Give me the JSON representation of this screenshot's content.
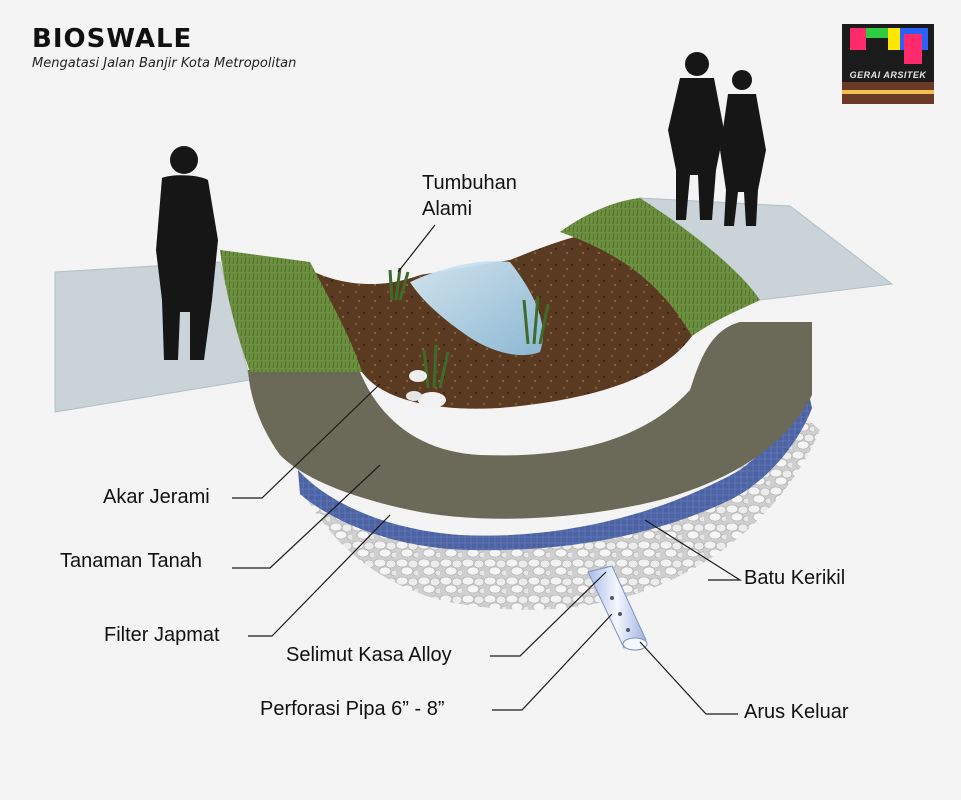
{
  "header": {
    "title": "BIOSWALE",
    "subtitle": "Mengatasi Jalan Banjir Kota Metropolitan"
  },
  "logo": {
    "text": "GERAI ARSITEK"
  },
  "labels": {
    "natural_plants": "Tumbuhan\nAlami",
    "straw_roots": "Akar Jerami",
    "soil_plants": "Tanaman Tanah",
    "filter_japmat": "Filter Japmat",
    "alloy_mesh": "Selimut Kasa Alloy",
    "perforated_pipe": "Perforasi Pipa 6” - 8”",
    "gravel": "Batu Kerikil",
    "outflow": "Arus Keluar"
  },
  "colors": {
    "sidewalk": "#c9d3d8",
    "grass": "#6c8f3d",
    "soil": "#5a3b22",
    "concrete": "#6b6a58",
    "filter": "#4a5f9c",
    "gravel": "#e2e2e2",
    "water": "#a9cfe6",
    "silhouette": "#161616"
  }
}
